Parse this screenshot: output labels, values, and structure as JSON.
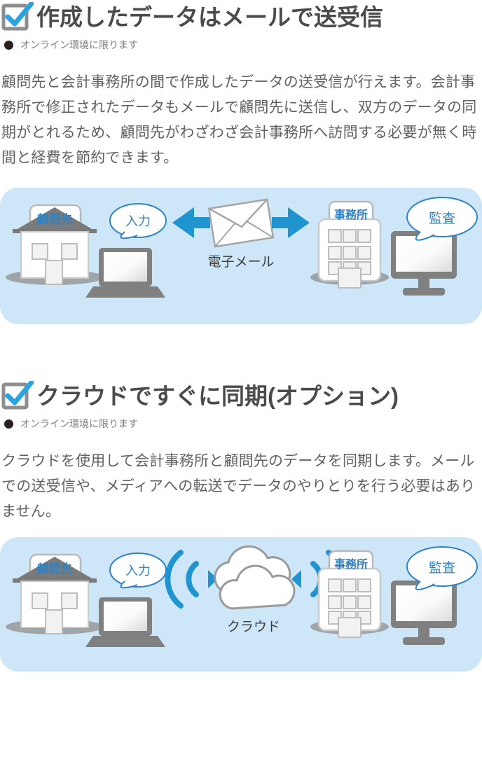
{
  "sections": [
    {
      "check_icon": "checkbox-checked-icon",
      "title": "作成したデータはメールで送受信",
      "notice_icon": "bullet-dot-icon",
      "notice": "オンライン環境に限ります",
      "body": "顧問先と会計事務所の間で作成したデータの送受信が行えます。会計事務所で修正されたデータもメールで顧問先に送信し、双方のデータの同期がとれるため、顧問先がわざわざ会計事務所へ訪問する必要が無く時間と経費を節約できます。",
      "diagram": {
        "type": "email-exchange",
        "client_label": "顧問先",
        "client_bubble": "入力",
        "center_icon": "envelope-icon",
        "center_label": "電子メール",
        "office_label": "事務所",
        "office_bubble": "監査",
        "left_arrow_icon": "arrow-left-icon",
        "right_arrow_icon": "arrow-right-icon",
        "house_icon": "house-icon",
        "laptop_icon": "laptop-icon",
        "building_icon": "office-building-icon",
        "monitor_icon": "monitor-icon"
      }
    },
    {
      "check_icon": "checkbox-checked-icon",
      "title": "クラウドですぐに同期(オプション)",
      "notice_icon": "bullet-dot-icon",
      "notice": "オンライン環境に限ります",
      "body": "クラウドを使用して会計事務所と顧問先のデータを同期します。メールでの送受信や、メディアへの転送でデータのやりとりを行う必要はありません。",
      "diagram": {
        "type": "cloud-sync",
        "client_label": "顧問先",
        "client_bubble": "入力",
        "center_icon": "cloud-icon",
        "center_label": "クラウド",
        "office_label": "事務所",
        "office_bubble": "監査",
        "left_signal_icon": "wifi-signal-left-icon",
        "right_signal_icon": "wifi-signal-right-icon",
        "house_icon": "house-icon",
        "laptop_icon": "laptop-icon",
        "building_icon": "office-building-icon",
        "monitor_icon": "monitor-icon"
      }
    }
  ],
  "colors": {
    "panel_bg": "#cde6f8",
    "accent_blue": "#1f94ce",
    "label_blue": "#2f82c4",
    "heading_gray": "#4b4b4b",
    "body_gray": "#616161",
    "notice_gray": "#7d7d7d",
    "icon_gray": "#808080",
    "roof_gray": "#7a7a7a",
    "bullet_dark": "#2b2020"
  }
}
